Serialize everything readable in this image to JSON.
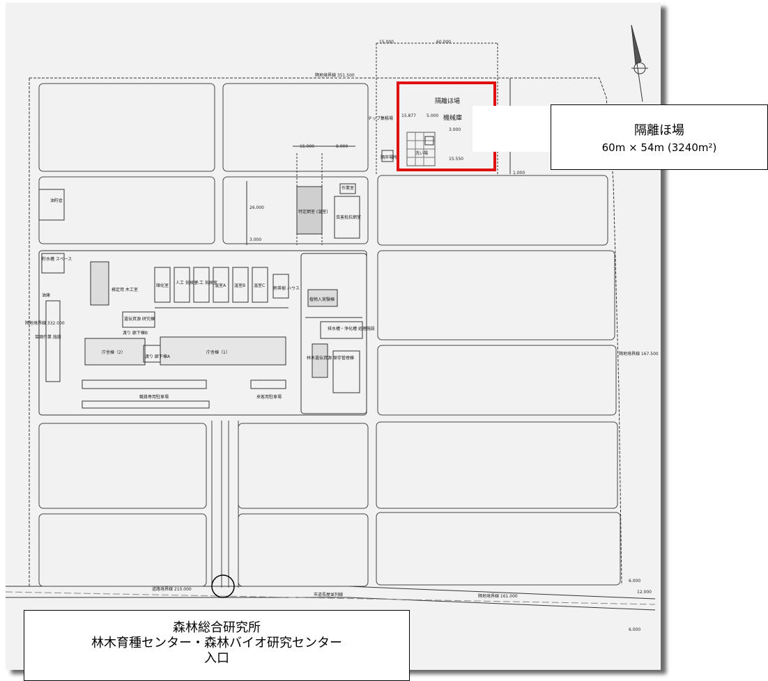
{
  "colors": {
    "highlight": "#e01010",
    "paper": "#f2f2f2",
    "ink": "#222222"
  },
  "map": {
    "boundary_north": "隔地境界線 351.500",
    "boundary_south": "道路境界線 210.000",
    "boundary_south2": "隔地境界線 161.000",
    "boundary_east": "隔地境界線 167.500",
    "boundary_west": "隔地境界線 332.000",
    "road_label": "市道長屋並列線",
    "dim_top_a": "15.000",
    "dim_top_b": "60.000",
    "dim_mid_a": "15.000",
    "dim_mid_b": "8.000",
    "dim_side": "26.000",
    "dim_small": "3.000",
    "dim_east": "1.000",
    "dim_se_a": "6.000",
    "dim_se_b": "12.000",
    "dim_se_c": "6.000",
    "dim_inner_a": "15.877",
    "dim_inner_b": "5.000",
    "dim_inner_c": "15.550",
    "dim_inner_d": "3.000",
    "field_title": "隔離ほ場",
    "machine_shed": "機械庫",
    "chip_area": "チップ集積場",
    "wash_area": "洗い場",
    "cleaning_room": "隔岸場所",
    "work_room": "作業室",
    "greenhouse": "特定網室\n(温室)",
    "pest_room": "虫害抵抗網室",
    "storage": "油貯倉",
    "water_tank": "貯水槽\nスペース",
    "oil_storage": "油庫",
    "timber_room": "検定用\n木工室",
    "acclim": "順化室",
    "artificial1": "人工\n気候室",
    "artificial2": "人工\n気候室",
    "greenhouse_a": "温室A",
    "greenhouse_b": "温室B",
    "greenhouse_c": "温室C",
    "hot_house": "熱帯樹\nハウス",
    "genetic_lab": "遺伝資源\n研究棟",
    "corridor_b": "渡り\n廊下棟B",
    "corridor_a": "渡り\n廊下棟A",
    "office2": "庁舎棟（2）",
    "office1": "庁舎棟（1）",
    "nursery_shed": "苗畑作業\n施設",
    "bio_lab": "植物入実験棟",
    "water_treat": "排水槽・浄化槽\n処理施設",
    "gene_bank": "林木遺伝資源\n保存管理棟",
    "staff_parking": "職員専用駐車場",
    "visitor_parking": "来客用駐車場"
  },
  "callouts": {
    "field": {
      "title": "隔離ほ場",
      "size": "60m × 54m (3240m²)"
    },
    "entrance": {
      "line1": "森林総合研究所",
      "line2": "林木育種センター・森林バイオ研究センター",
      "line3": "入口"
    }
  }
}
